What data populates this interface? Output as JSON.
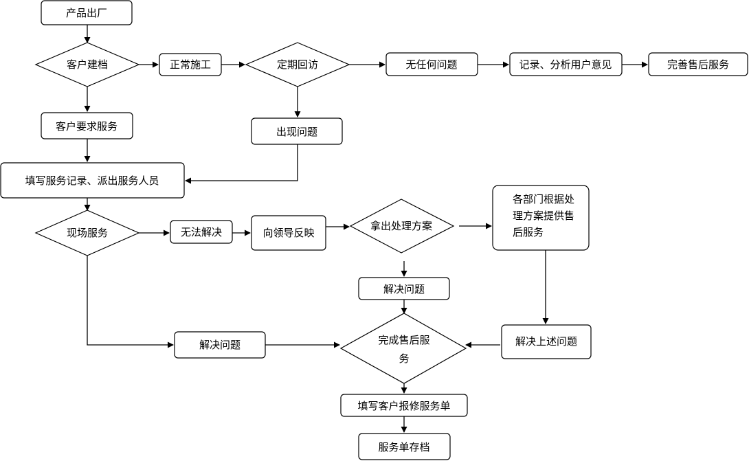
{
  "diagram": {
    "nodes": {
      "factory": "产品出厂",
      "archive": "客户建档",
      "construction": "正常施工",
      "revisit": "定期回访",
      "no_issue": "无任何问题",
      "record_feedback": "记录、分析用户意见",
      "improve_service": "完善售后服务",
      "customer_request": "客户要求服务",
      "issue_found": "出现问题",
      "fill_record": "填写服务记录、派出服务人员",
      "onsite_service": "现场服务",
      "cannot_solve": "无法解决",
      "report_leader": "向领导反映",
      "propose_plan": "拿出处理方案",
      "departments": [
        "各部门根据处",
        "理方案提供售",
        "后服务"
      ],
      "solve_mid": "解决问题",
      "solve_left": "解决问题",
      "complete": [
        "完成售后服",
        "务"
      ],
      "solve_above": "解决上述问题",
      "fill_form": "填写客户报修服务单",
      "file_form": "服务单存档"
    }
  }
}
